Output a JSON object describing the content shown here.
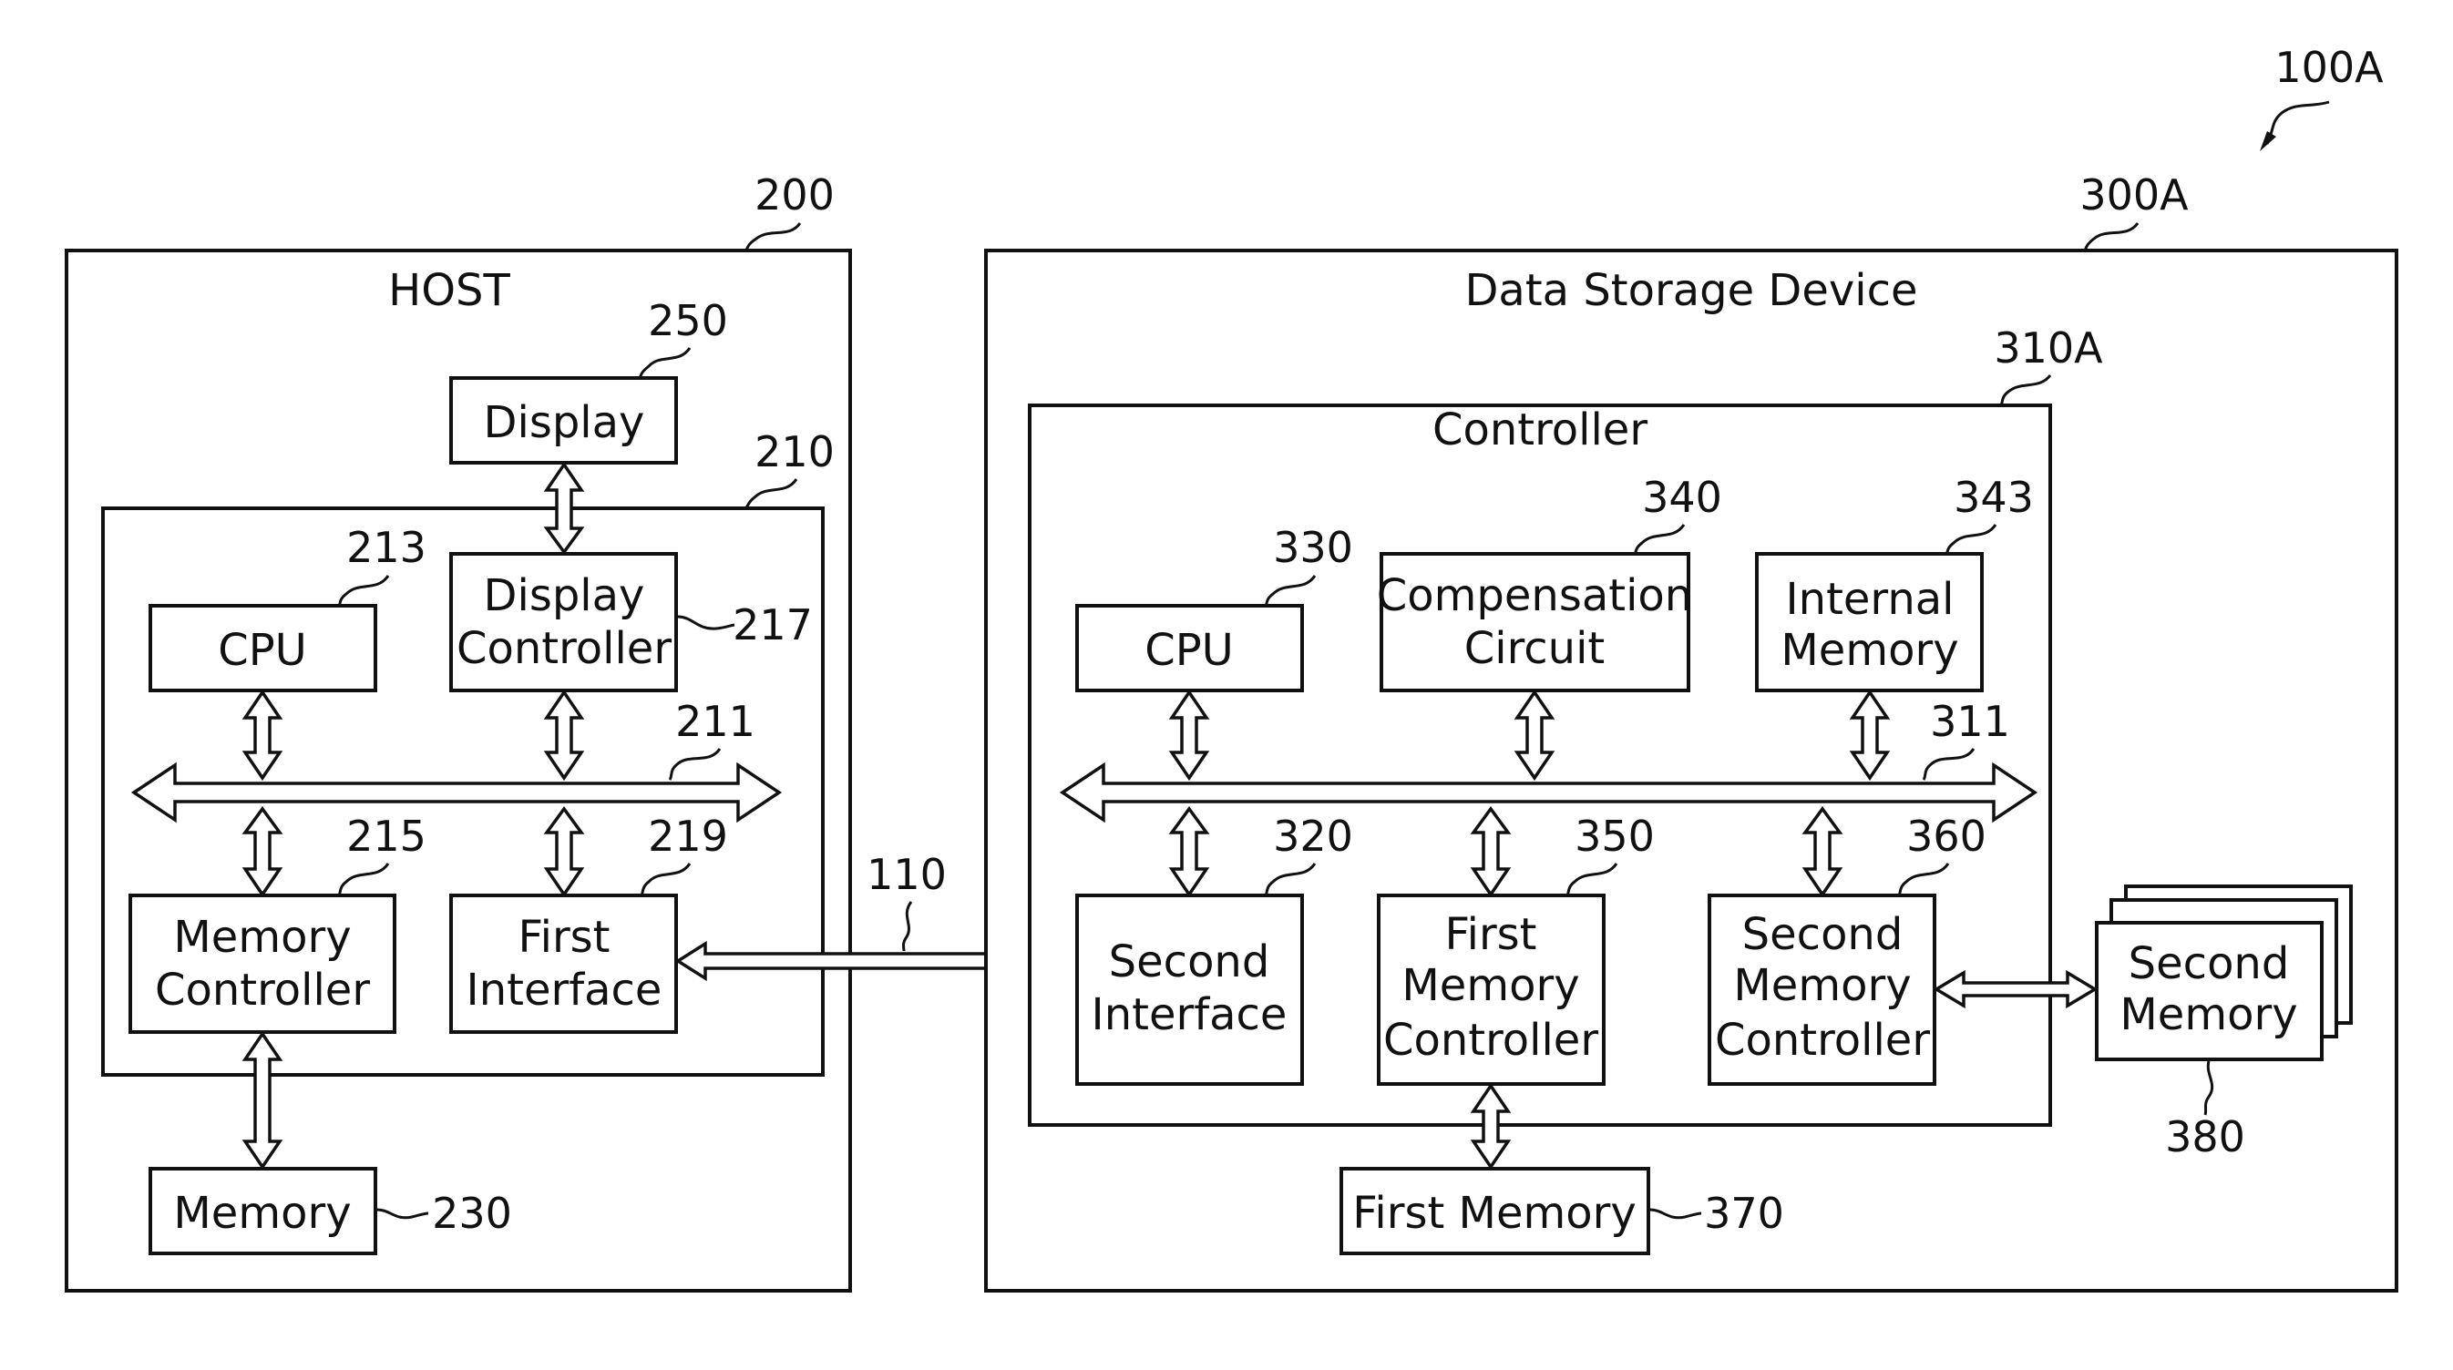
{
  "diagram": {
    "figure_ref": "100A",
    "host": {
      "ref": "200",
      "title": "HOST",
      "display": {
        "ref": "250",
        "label": "Display"
      },
      "processor": {
        "ref": "210"
      },
      "cpu": {
        "ref": "213",
        "label": "CPU"
      },
      "display_controller": {
        "ref": "217",
        "line1": "Display",
        "line2": "Controller"
      },
      "bus": {
        "ref": "211"
      },
      "memory_controller": {
        "ref": "215",
        "line1": "Memory",
        "line2": "Controller"
      },
      "first_interface": {
        "ref": "219",
        "line1": "First",
        "line2": "Interface"
      },
      "memory": {
        "ref": "230",
        "label": "Memory"
      }
    },
    "link": {
      "ref": "110"
    },
    "device": {
      "ref": "300A",
      "title": "Data Storage Device",
      "controller": {
        "ref": "310A",
        "title": "Controller"
      },
      "cpu": {
        "ref": "330",
        "label": "CPU"
      },
      "compensation_circuit": {
        "ref": "340",
        "line1": "Compensation",
        "line2": "Circuit"
      },
      "internal_memory": {
        "ref": "343",
        "line1": "Internal",
        "line2": "Memory"
      },
      "bus": {
        "ref": "311"
      },
      "second_interface": {
        "ref": "320",
        "line1": "Second",
        "line2": "Interface"
      },
      "first_memory_controller": {
        "ref": "350",
        "line1": "First",
        "line2": "Memory",
        "line3": "Controller"
      },
      "second_memory_controller": {
        "ref": "360",
        "line1": "Second",
        "line2": "Memory",
        "line3": "Controller"
      },
      "first_memory": {
        "ref": "370",
        "label": "First Memory"
      },
      "second_memory": {
        "ref": "380",
        "line1": "Second",
        "line2": "Memory"
      }
    }
  }
}
